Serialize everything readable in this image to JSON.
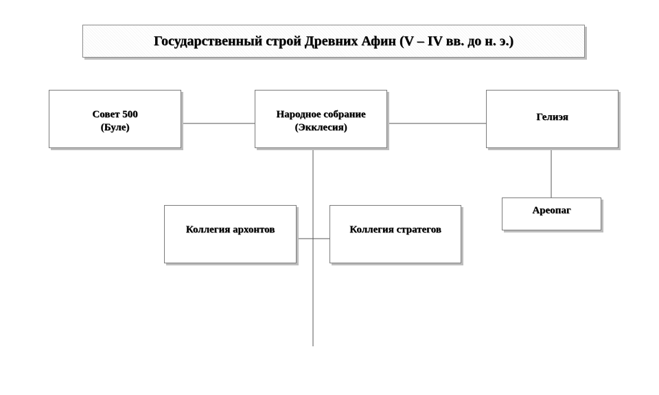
{
  "diagram": {
    "title": "Государственный строй Древних Афин (V – IV вв. до н. э.)",
    "nodes": {
      "boule": {
        "line1": "Совет 500",
        "line2": "(Буле)"
      },
      "ecclesia": {
        "line1": "Народное собрание",
        "line2": "(Экклесия)"
      },
      "heliaia": {
        "line1": "Гелиэя"
      },
      "areopagus": {
        "line1": "Ареопаг"
      },
      "archons": {
        "line1": "Коллегия архонтов"
      },
      "strategoi": {
        "line1": "Коллегия стратегов"
      }
    },
    "edges": [
      {
        "from": "boule",
        "to": "ecclesia"
      },
      {
        "from": "ecclesia",
        "to": "heliaia"
      },
      {
        "from": "heliaia",
        "to": "areopagus"
      },
      {
        "from": "archons",
        "to": "strategoi"
      },
      {
        "from": "ecclesia",
        "to": "archons-strategoi-link"
      }
    ],
    "colors": {
      "line": "#555555",
      "border": "#7a7a7a",
      "text": "#000000"
    }
  }
}
